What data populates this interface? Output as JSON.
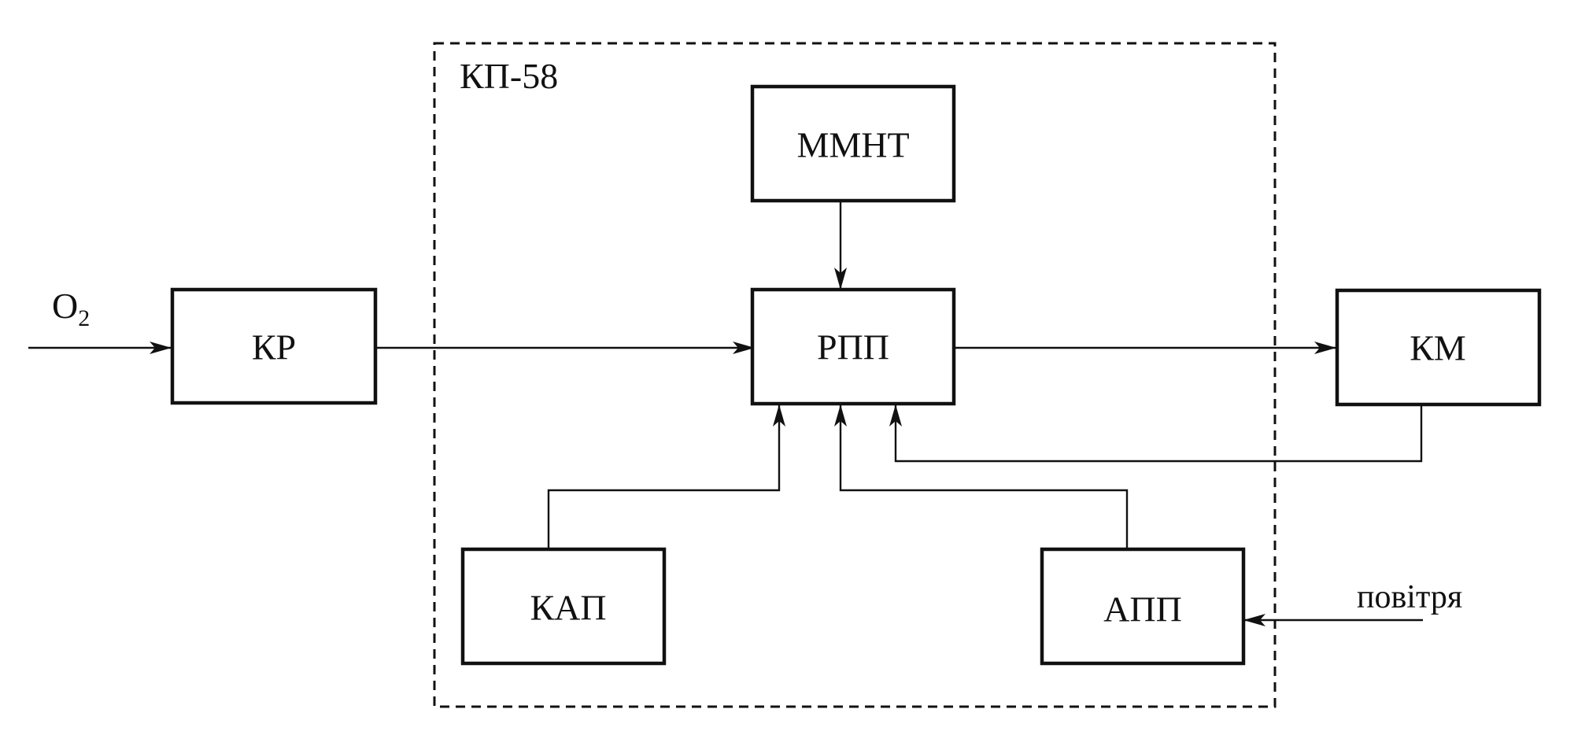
{
  "diagram": {
    "group_label": "КП-58",
    "blocks": {
      "kr": "КР",
      "mmnt": "ММНТ",
      "rpp": "РПП",
      "km": "КМ",
      "kap": "КАП",
      "app": "АПП"
    },
    "inputs": {
      "oxygen_base": "O",
      "oxygen_sub": "2",
      "air": "повітря"
    }
  }
}
